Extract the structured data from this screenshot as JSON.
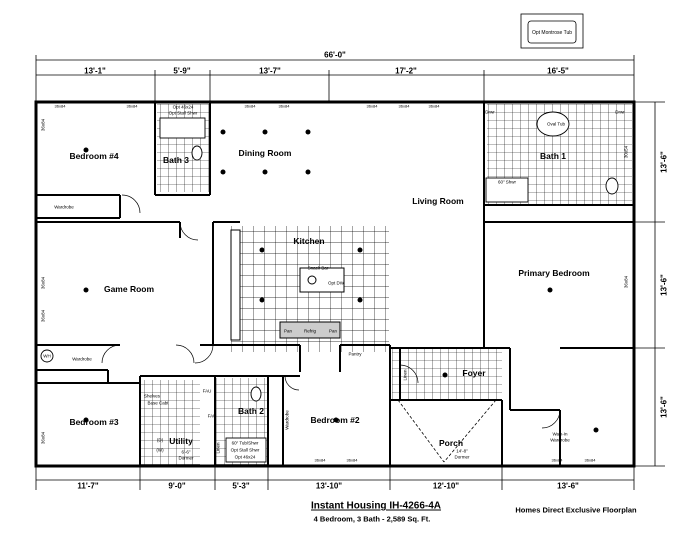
{
  "title": "Instant Housing  IH-4266-4A",
  "subtitle": "4 Bedroom, 3 Bath - 2,589 Sq. Ft.",
  "exclusive": "Homes Direct Exclusive Floorplan",
  "inset_label": "Opt Montrose Tub",
  "dims": {
    "overall": "66'-0\"",
    "top": [
      "13'-1\"",
      "5'-9\"",
      "13'-7\"",
      "17'-2\"",
      "16'-5\""
    ],
    "bottom": [
      "11'-7\"",
      "9'-0\"",
      "5'-3\"",
      "13'-10\"",
      "12'-10\"",
      "13'-6\""
    ],
    "right": [
      "13'-6\"",
      "13'-6\"",
      "13'-6\""
    ]
  },
  "rooms": {
    "bedroom4": "Bedroom #4",
    "bath3": "Bath 3",
    "dining": "Dining Room",
    "living": "Living Room",
    "bath1": "Bath 1",
    "kitchen": "Kitchen",
    "game": "Game Room",
    "primary": "Primary Bedroom",
    "bedroom3": "Bedroom #3",
    "utility": "Utility",
    "bath2": "Bath 2",
    "bedroom2": "Bedroom #2",
    "foyer": "Foyer",
    "porch": "Porch"
  },
  "notes": {
    "wardrobe": "Wardrobe",
    "wh": "WH",
    "snack_bar": "Snack Bar",
    "opt_dw": "Opt DW",
    "pan": "Pan",
    "refrig": "Refrig",
    "pantry": "Pantry",
    "oval_tub": "Oval Tub",
    "shwr_60": "60\" Shwr",
    "opt_stall_shwr": "Opt Stall Shwr",
    "tub_shwr_60": "60\" Tub/Shwr",
    "opt_46x24": "Opt 46x24",
    "walk_in": "Walk-In",
    "walk_in_wardrobe": "Wardrobe",
    "dormer_14": "14'-8\"",
    "dormer": "Dormer",
    "dormer_66": "6'-6\"",
    "fau": "FAU",
    "shelves": "Shelves",
    "base_cabt": "Base Cabt",
    "dw_w": "(W)",
    "dryer": "(D)",
    "linen": "Linen",
    "win": "36x84",
    "win2": "30x54",
    "dnwr": "Drwr"
  }
}
